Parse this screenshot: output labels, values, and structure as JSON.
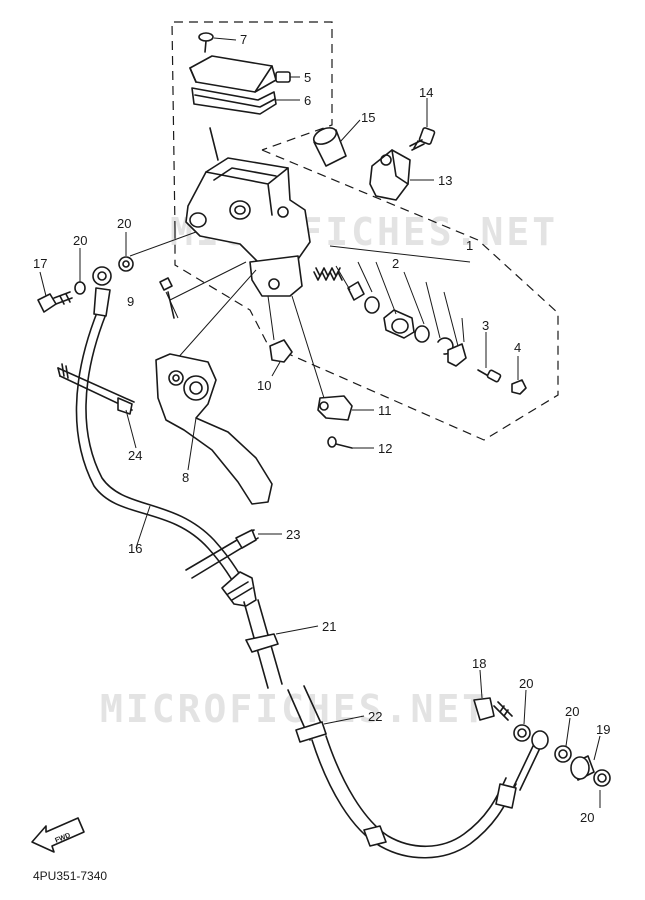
{
  "watermark": {
    "text": "MICROFICHES.NET"
  },
  "diagram_code": "4PU351-7340",
  "fwd_marker": {
    "label": "FWD",
    "icon": "forward-arrow-icon"
  },
  "callouts": [
    {
      "id": "c7",
      "label": "7"
    },
    {
      "id": "c5",
      "label": "5"
    },
    {
      "id": "c6",
      "label": "6"
    },
    {
      "id": "c14",
      "label": "14"
    },
    {
      "id": "c15",
      "label": "15"
    },
    {
      "id": "c13",
      "label": "13"
    },
    {
      "id": "c1",
      "label": "1"
    },
    {
      "id": "c2",
      "label": "2"
    },
    {
      "id": "c3",
      "label": "3"
    },
    {
      "id": "c4",
      "label": "4"
    },
    {
      "id": "c20a",
      "label": "20"
    },
    {
      "id": "c20b",
      "label": "20"
    },
    {
      "id": "c17",
      "label": "17"
    },
    {
      "id": "c9",
      "label": "9"
    },
    {
      "id": "c10",
      "label": "10"
    },
    {
      "id": "c11",
      "label": "11"
    },
    {
      "id": "c12",
      "label": "12"
    },
    {
      "id": "c8",
      "label": "8"
    },
    {
      "id": "c24",
      "label": "24"
    },
    {
      "id": "c16",
      "label": "16"
    },
    {
      "id": "c23",
      "label": "23"
    },
    {
      "id": "c21",
      "label": "21"
    },
    {
      "id": "c22",
      "label": "22"
    },
    {
      "id": "c18",
      "label": "18"
    },
    {
      "id": "c20c",
      "label": "20"
    },
    {
      "id": "c20d",
      "label": "20"
    },
    {
      "id": "c19",
      "label": "19"
    },
    {
      "id": "c20e",
      "label": "20"
    }
  ]
}
